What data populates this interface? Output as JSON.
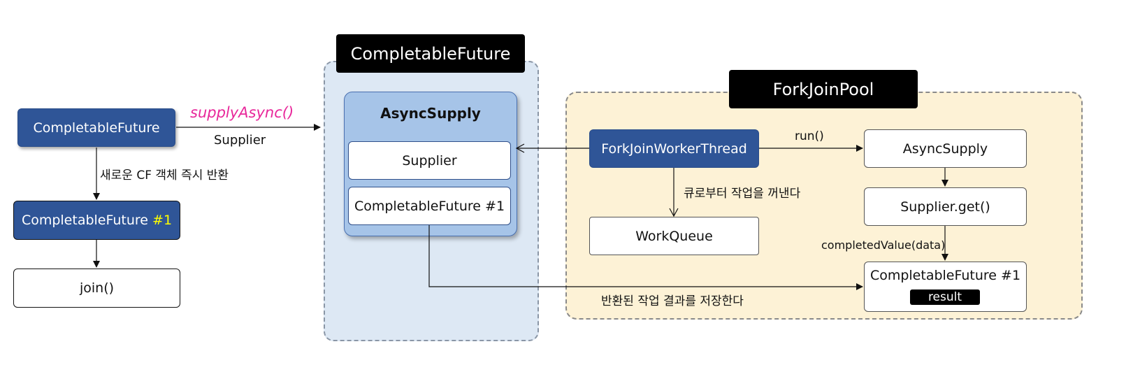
{
  "left": {
    "cf_box": "CompletableFuture",
    "cf1_box_prefix": "CompletableFuture ",
    "cf1_box_suffix": "#1",
    "join_box": "join()",
    "new_cf_label": "새로운 CF 객체 즉시 반환"
  },
  "call": {
    "method": "supplyAsync()",
    "arg": "Supplier"
  },
  "cf_region": {
    "title": "CompletableFuture",
    "async_supply_title": "AsyncSupply",
    "supplier_box": "Supplier",
    "cf1_box": "CompletableFuture #1"
  },
  "fjp_region": {
    "title": "ForkJoinPool",
    "worker_thread": "ForkJoinWorkerThread",
    "run_label": "run()",
    "take_label": "큐로부터 작업을 꺼낸다",
    "work_queue": "WorkQueue",
    "async_supply": "AsyncSupply",
    "supplier_get": "Supplier.get()",
    "completed_value_label": "completedValue(data)",
    "cf1_box": "CompletableFuture #1",
    "result_badge": "result",
    "store_label": "반환된 작업 결과를 저장한다"
  },
  "colors": {
    "blue_box": "#2f5597",
    "highlight_number": "#ffff00",
    "method_pink": "#e8279a",
    "cf_region_bg": "#dde8f4",
    "fjp_region_bg": "#fdf2d6"
  }
}
